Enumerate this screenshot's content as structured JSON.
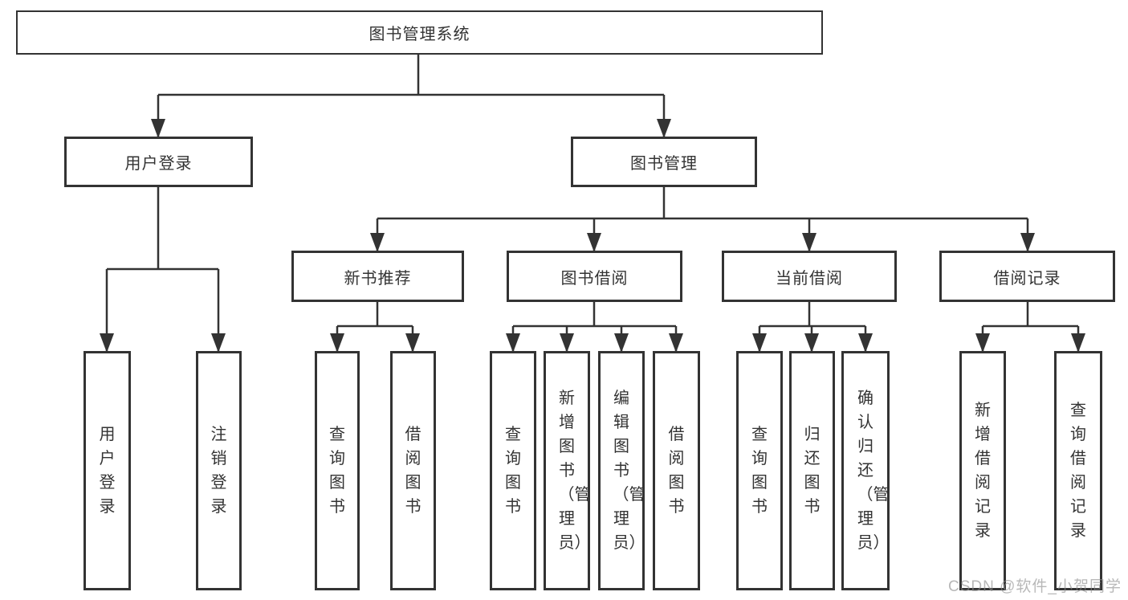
{
  "colors": {
    "line": "#333333",
    "text": "#333333",
    "background": "#ffffff",
    "watermark": "#8c8c8c"
  },
  "watermark": "CSDN @软件_小贺同学",
  "tree": {
    "label": "图书管理系统",
    "children": [
      {
        "label": "用户登录",
        "children": [
          {
            "label": "用户登录"
          },
          {
            "label": "注销登录"
          }
        ]
      },
      {
        "label": "图书管理",
        "children": [
          {
            "label": "新书推荐",
            "children": [
              {
                "label": "查询图书"
              },
              {
                "label": "借阅图书"
              }
            ]
          },
          {
            "label": "图书借阅",
            "children": [
              {
                "label": "查询图书"
              },
              {
                "label": "新增图书（管理员）"
              },
              {
                "label": "编辑图书（管理员）"
              },
              {
                "label": "借阅图书"
              }
            ]
          },
          {
            "label": "当前借阅",
            "children": [
              {
                "label": "查询图书"
              },
              {
                "label": "归还图书"
              },
              {
                "label": "确认归还（管理员）"
              }
            ]
          },
          {
            "label": "借阅记录",
            "children": [
              {
                "label": "新增借阅记录"
              },
              {
                "label": "查询借阅记录"
              }
            ]
          }
        ]
      }
    ]
  }
}
